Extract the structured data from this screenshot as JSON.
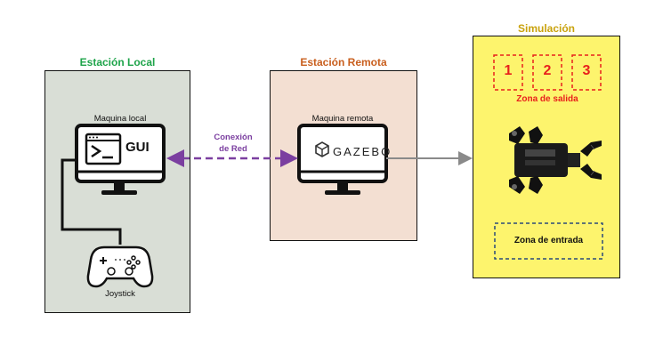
{
  "local": {
    "title": "Estación Local",
    "machine_label": "Maquina local",
    "screen_text": "GUI",
    "joystick_label": "Joystick"
  },
  "remote": {
    "title": "Estación Remota",
    "machine_label": "Maquina remota",
    "screen_text": "GAZEBO"
  },
  "connection": {
    "line1": "Conexión",
    "line2": "de Red"
  },
  "simulation": {
    "title": "Simulación",
    "exit_zones": [
      "1",
      "2",
      "3"
    ],
    "exit_zone_label": "Zona de salida",
    "entry_zone_label": "Zona de entrada"
  },
  "colors": {
    "local_title": "#1ea44a",
    "local_bg": "#d9ded6",
    "remote_title": "#c95f1e",
    "remote_bg": "#f3dfd2",
    "sim_title": "#c9a20d",
    "sim_bg": "#fdf46d",
    "connection": "#7b3fa0",
    "exit_zone": "#e8201c",
    "entry_zone": "#2b4a7a",
    "arrow_gray": "#8a8a8a"
  }
}
